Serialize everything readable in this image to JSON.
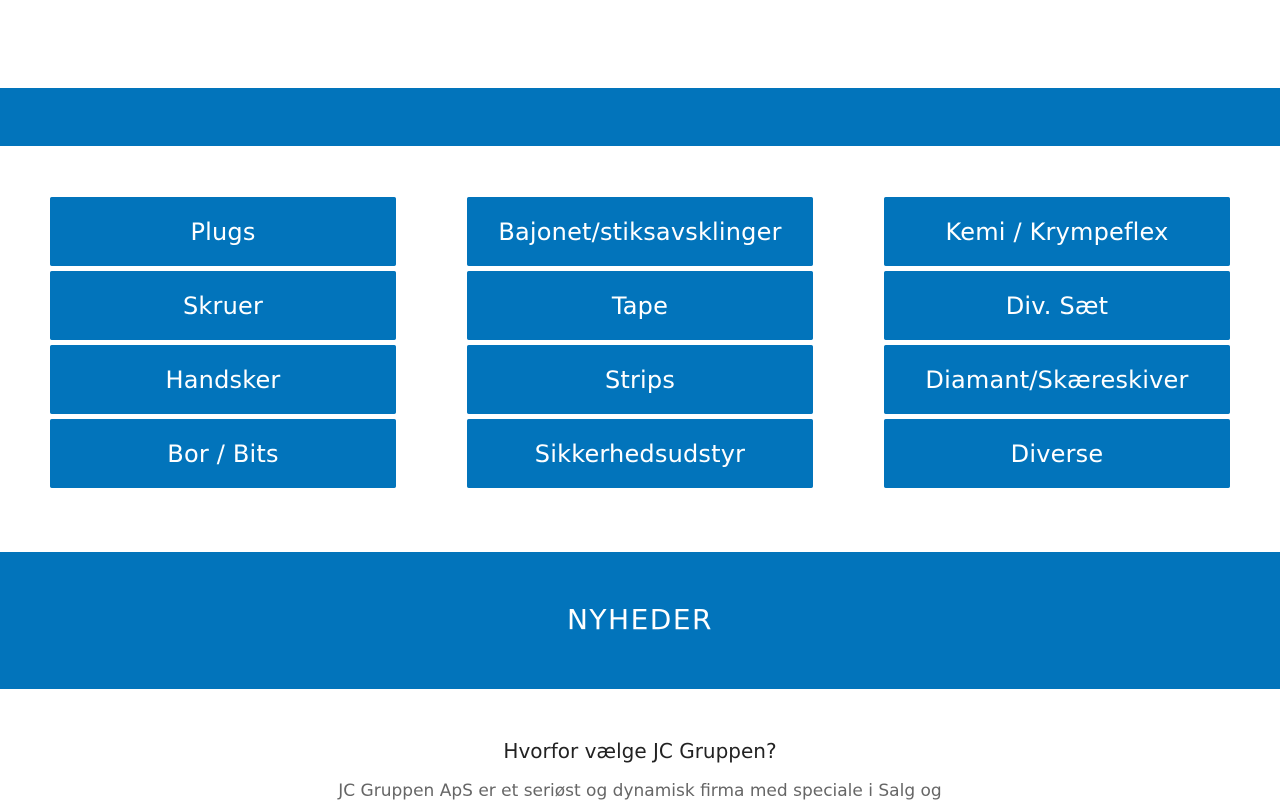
{
  "colors": {
    "brand_blue": "#0274bb",
    "white": "#ffffff"
  },
  "categories": {
    "columns": [
      [
        "Plugs",
        "Skruer",
        "Handsker",
        "Bor / Bits"
      ],
      [
        "Bajonet/stiksavsklinger",
        "Tape",
        "Strips",
        "Sikkerhedsudstyr"
      ],
      [
        "Kemi / Krympeflex",
        "Div. Sæt",
        "Diamant/Skæreskiver",
        "Diverse"
      ]
    ]
  },
  "news": {
    "title": "NYHEDER"
  },
  "why": {
    "heading": "Hvorfor vælge JC Gruppen?",
    "text": "JC Gruppen ApS er et seriøst og dynamisk firma med speciale i Salg og"
  }
}
